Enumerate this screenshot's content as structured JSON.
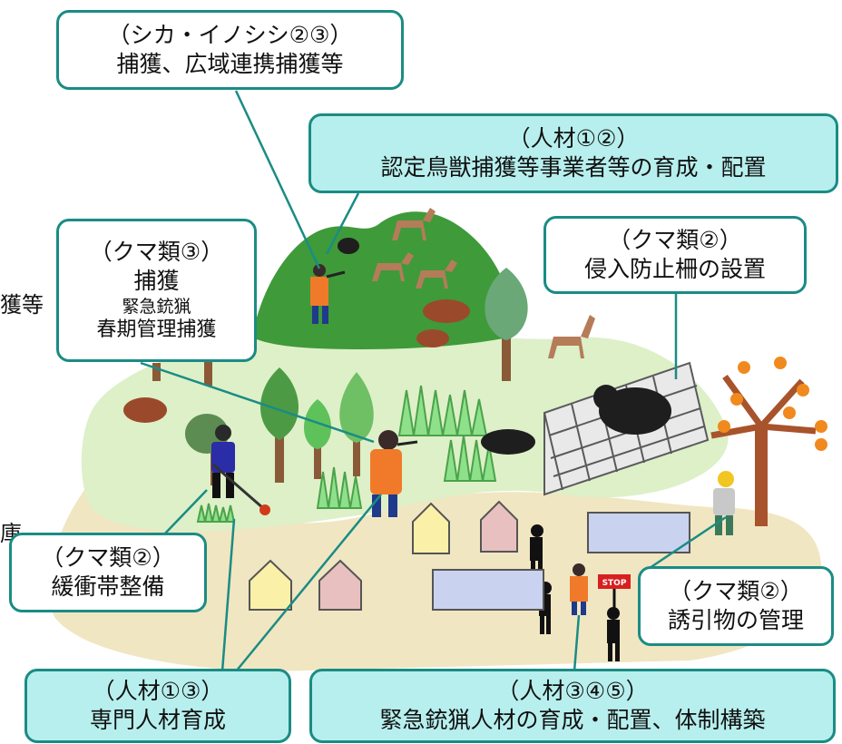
{
  "callouts": {
    "deer_boar": {
      "heading": "（シカ・イノシシ②③）",
      "text": "捕獲、広域連携捕獲等"
    },
    "hr12": {
      "heading": "（人材①②）",
      "text": "認定鳥獣捕獲等事業者等の育成・配置"
    },
    "bear3": {
      "heading": "（クマ類③）",
      "text": "捕獲",
      "sub1": "緊急銃猟",
      "sub2": "春期管理捕獲"
    },
    "bear2_fence": {
      "heading": "（クマ類②）",
      "text": "侵入防止柵の設置"
    },
    "bear2_buffer": {
      "heading": "（クマ類②）",
      "text": "緩衝帯整備"
    },
    "bear2_attract": {
      "heading": "（クマ類②）",
      "text": "誘引物の管理"
    },
    "hr13": {
      "heading": "（人材①③）",
      "text": "専門人材育成"
    },
    "hr345": {
      "heading": "（人材③④⑤）",
      "text": "緊急銃猟人材の育成・配置、体制構築"
    }
  },
  "stop_sign": "STOP",
  "edge_fragments": [
    "獲等",
    "庫"
  ],
  "colors": {
    "callout_border": "#1a8c84",
    "callout_fill_teal": "#b7efee",
    "hill": "#3f9a3a",
    "field": "#ddf0c8",
    "ground": "#f1e6c2"
  }
}
